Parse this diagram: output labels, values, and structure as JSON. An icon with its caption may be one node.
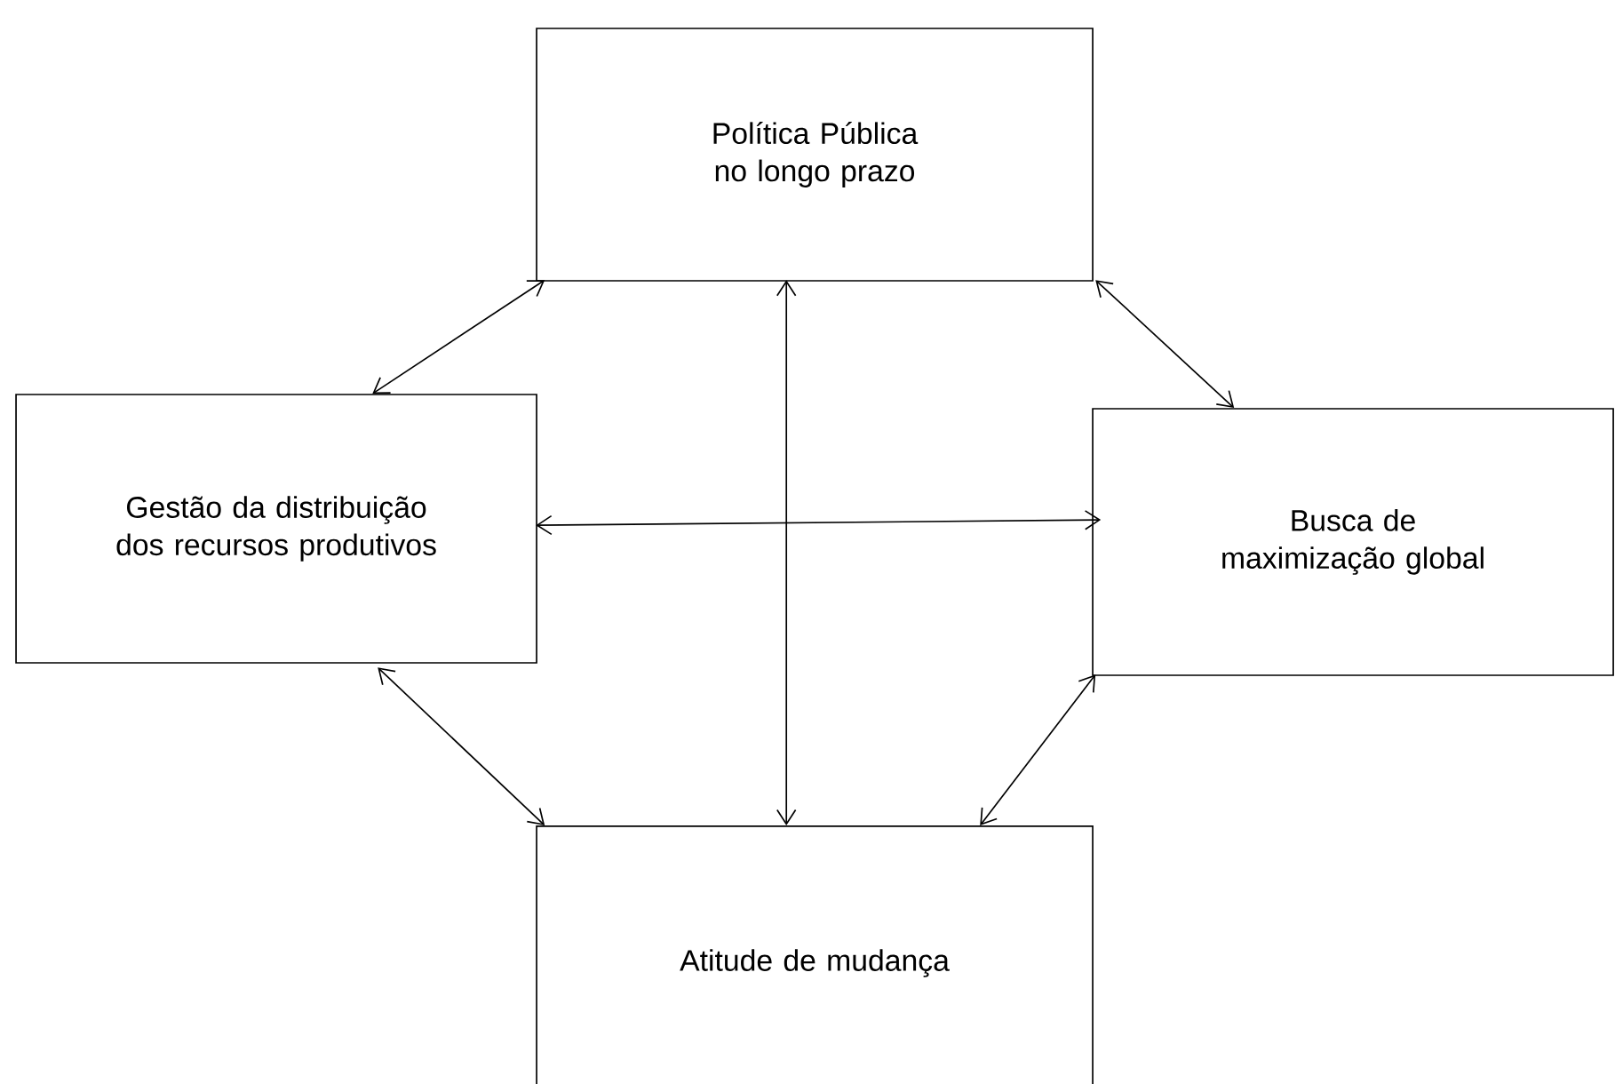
{
  "diagram": {
    "nodes": [
      {
        "text": [
          "Política Pública no longo prazo"
        ]
      },
      {
        "text": [
          "Gestão da distribuição dos recursos produtivos"
        ]
      },
      {
        "text": [
          "Busca de maximização global"
        ]
      },
      {
        "text": [
          "Atitude de mudança"
        ]
      }
    ],
    "edges": [
      {
        "from": 0,
        "to": 1,
        "arrow": "both"
      },
      {
        "from": 0,
        "to": 2,
        "arrow": "both"
      },
      {
        "from": 0,
        "to": 3,
        "arrow": "both"
      },
      {
        "from": 1,
        "to": 2,
        "arrow": "both"
      },
      {
        "from": 1,
        "to": 3,
        "arrow": "both"
      },
      {
        "from": 2,
        "to": 3,
        "arrow": "both"
      }
    ]
  }
}
